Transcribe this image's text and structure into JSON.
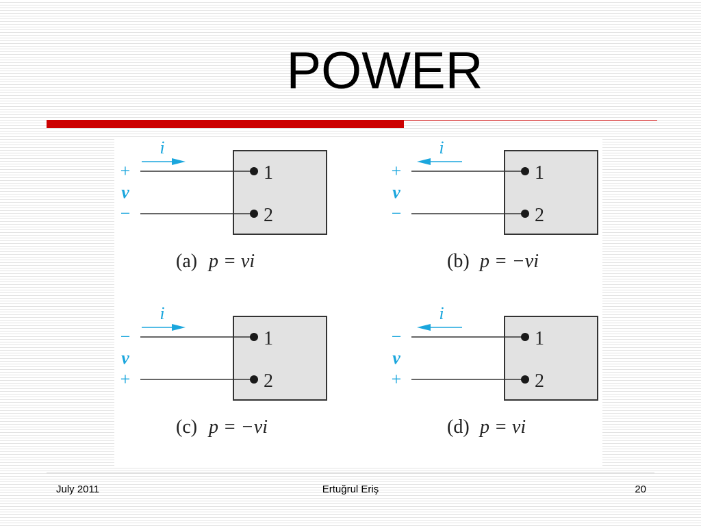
{
  "slide": {
    "title": "POWER"
  },
  "colors": {
    "accent_bar": "#cc0000",
    "current_arrow": "#1aa6dd",
    "box_fill": "#e2e2e2"
  },
  "footer": {
    "date": "July 2011",
    "author": "Ertuğrul Eriş",
    "page": "20"
  },
  "diagram": {
    "panels": [
      {
        "id": "a",
        "current_label": "i",
        "current_direction": "right",
        "top_sign": "+",
        "mid_label": "v",
        "bottom_sign": "−",
        "terminal_1": "1",
        "terminal_2": "2",
        "caption_letter": "(a)",
        "caption_formula": "p = vi"
      },
      {
        "id": "b",
        "current_label": "i",
        "current_direction": "left",
        "top_sign": "+",
        "mid_label": "v",
        "bottom_sign": "−",
        "terminal_1": "1",
        "terminal_2": "2",
        "caption_letter": "(b)",
        "caption_formula": "p = −vi"
      },
      {
        "id": "c",
        "current_label": "i",
        "current_direction": "right",
        "top_sign": "−",
        "mid_label": "v",
        "bottom_sign": "+",
        "terminal_1": "1",
        "terminal_2": "2",
        "caption_letter": "(c)",
        "caption_formula": "p = −vi"
      },
      {
        "id": "d",
        "current_label": "i",
        "current_direction": "left",
        "top_sign": "−",
        "mid_label": "v",
        "bottom_sign": "+",
        "terminal_1": "1",
        "terminal_2": "2",
        "caption_letter": "(d)",
        "caption_formula": "p = vi"
      }
    ]
  }
}
